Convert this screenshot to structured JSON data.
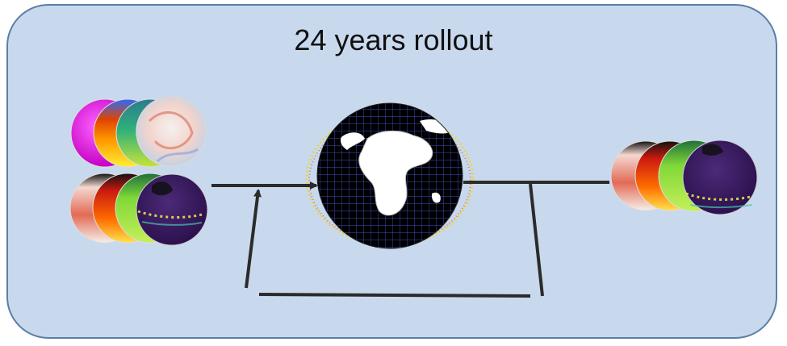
{
  "diagram": {
    "title": "24 years rollout"
  },
  "colors": {
    "panel_fill": "#c8d9ee",
    "panel_border": "#5a7fa6",
    "arrow": "#2b2b2b",
    "ocean": "#000000",
    "land": "#ffffff",
    "grid": "#4455dd"
  },
  "icons": {
    "input_atmosphere_stack": "stack of four atmospheric-field globes (magenta, rainbow, teal-green, red-white-blue)",
    "input_ocean_stack": "stack of four ocean-field globes (white-red, red-yellow, green, dark purple)",
    "model_globe": "black globe with white continents and a blue lat-lon mesh",
    "output_ocean_stack": "stack of four ocean-field globes (white-red, red-yellow, green, dark purple)"
  }
}
